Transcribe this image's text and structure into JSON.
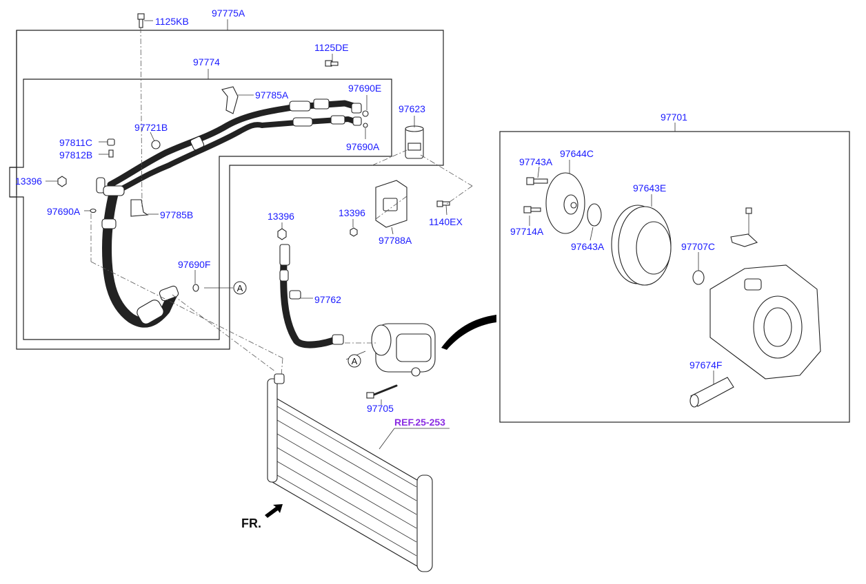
{
  "labels": {
    "l_1125KB": "1125KB",
    "l_97775A": "97775A",
    "l_1125DE": "1125DE",
    "l_97774": "97774",
    "l_97785A": "97785A",
    "l_97690E": "97690E",
    "l_97623": "97623",
    "l_97690A_top": "97690A",
    "l_97721B": "97721B",
    "l_97811C": "97811C",
    "l_97812B": "97812B",
    "l_13396_left": "13396",
    "l_97785B": "97785B",
    "l_97690A_left": "97690A",
    "l_13396_mid": "13396",
    "l_13396_small": "13396",
    "l_1140EX": "1140EX",
    "l_97788A": "97788A",
    "l_97690F": "97690F",
    "l_97762": "97762",
    "l_97705": "97705",
    "l_97701": "97701",
    "l_97743A": "97743A",
    "l_97644C": "97644C",
    "l_97643E": "97643E",
    "l_97714A": "97714A",
    "l_97643A": "97643A",
    "l_97707C": "97707C",
    "l_97674F": "97674F"
  },
  "ref_label": "REF.25-253",
  "front_label": "FR.",
  "circle_marker": "A",
  "colors": {
    "part_number": "#1a1aff",
    "reference": "#8a2be2",
    "line": "#222222"
  }
}
